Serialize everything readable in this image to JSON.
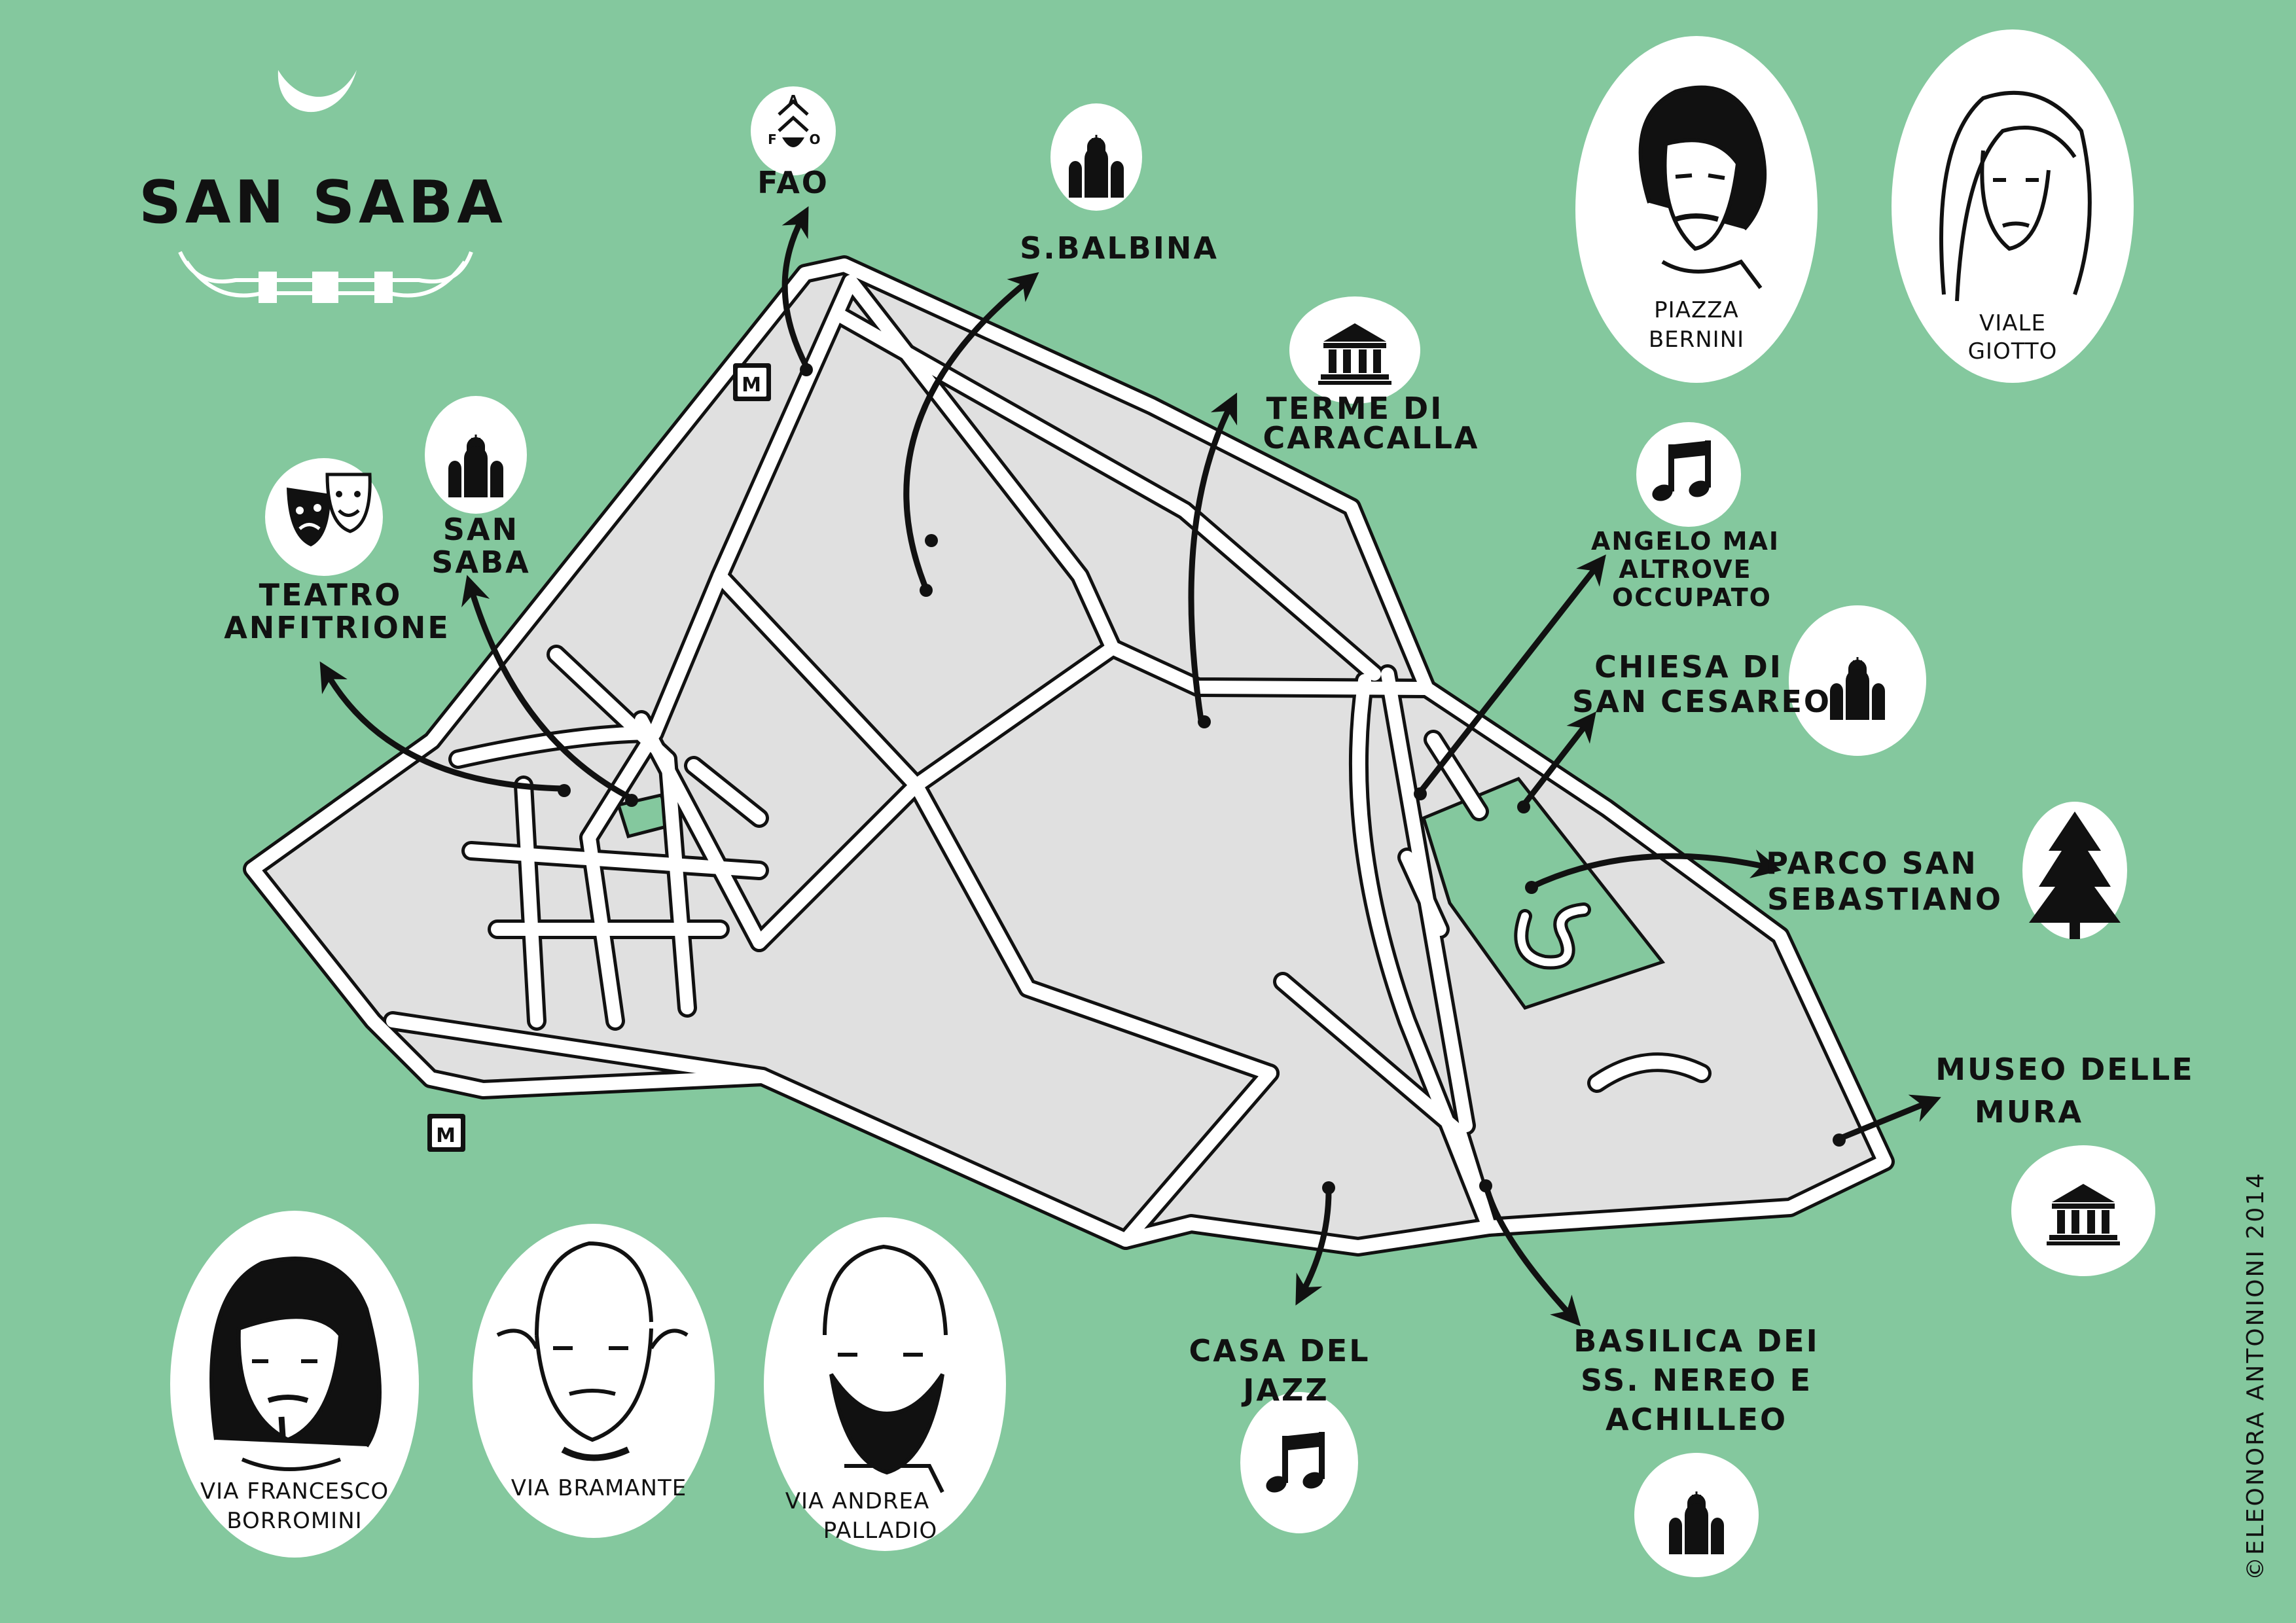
{
  "map": {
    "title": "SAN SABA",
    "credit": "©ELEONORA ANTONIONI 2014",
    "metro_label": "M",
    "colors": {
      "background": "#84c89e",
      "land": "#e0e0e0",
      "road": "#ffffff",
      "ink": "#111111",
      "park": "#84c89e"
    }
  },
  "places": {
    "fao": {
      "label": "FAO",
      "icon_letters": [
        "A",
        "F",
        "O"
      ],
      "icon": "fao-logo-icon"
    },
    "s_balbina": {
      "label": "S.BALBINA",
      "icon": "church-icon"
    },
    "terme": {
      "line1": "TERME DI",
      "line2": "CARACALLA",
      "icon": "museum-icon"
    },
    "teatro": {
      "line1": "TEATRO",
      "line2": "ANFITRIONE",
      "icon": "theater-masks-icon"
    },
    "san_saba": {
      "line1": "SAN",
      "line2": "SABA",
      "icon": "church-icon"
    },
    "angelo_mai": {
      "line1": "ANGELO MAI",
      "line2": "ALTROVE",
      "line3": "OCCUPATO",
      "icon": "music-note-icon"
    },
    "cesareo": {
      "line1": "CHIESA DI",
      "line2": "SAN CESAREO",
      "icon": "church-icon"
    },
    "parco": {
      "line1": "PARCO SAN",
      "line2": "SEBASTIANO",
      "icon": "pine-tree-icon"
    },
    "museo": {
      "line1": "MUSEO DELLE",
      "line2": "MURA",
      "icon": "museum-icon"
    },
    "jazz": {
      "line1": "CASA DEL",
      "line2": "JAZZ",
      "icon": "music-note-icon"
    },
    "basilica": {
      "line1": "BASILICA DEI",
      "line2": "SS. NEREO E",
      "line3": "ACHILLEO",
      "icon": "church-icon"
    }
  },
  "portraits": {
    "bernini": {
      "line1": "PIAZZA",
      "line2": "BERNINI"
    },
    "giotto": {
      "line1": "VIALE",
      "line2": "GIOTTO"
    },
    "borromini": {
      "line1": "VIA FRANCESCO",
      "line2": "BORROMINI"
    },
    "bramante": {
      "line1": "VIA BRAMANTE"
    },
    "palladio": {
      "line1": "VIA ANDREA",
      "line2": "PALLADIO"
    }
  }
}
